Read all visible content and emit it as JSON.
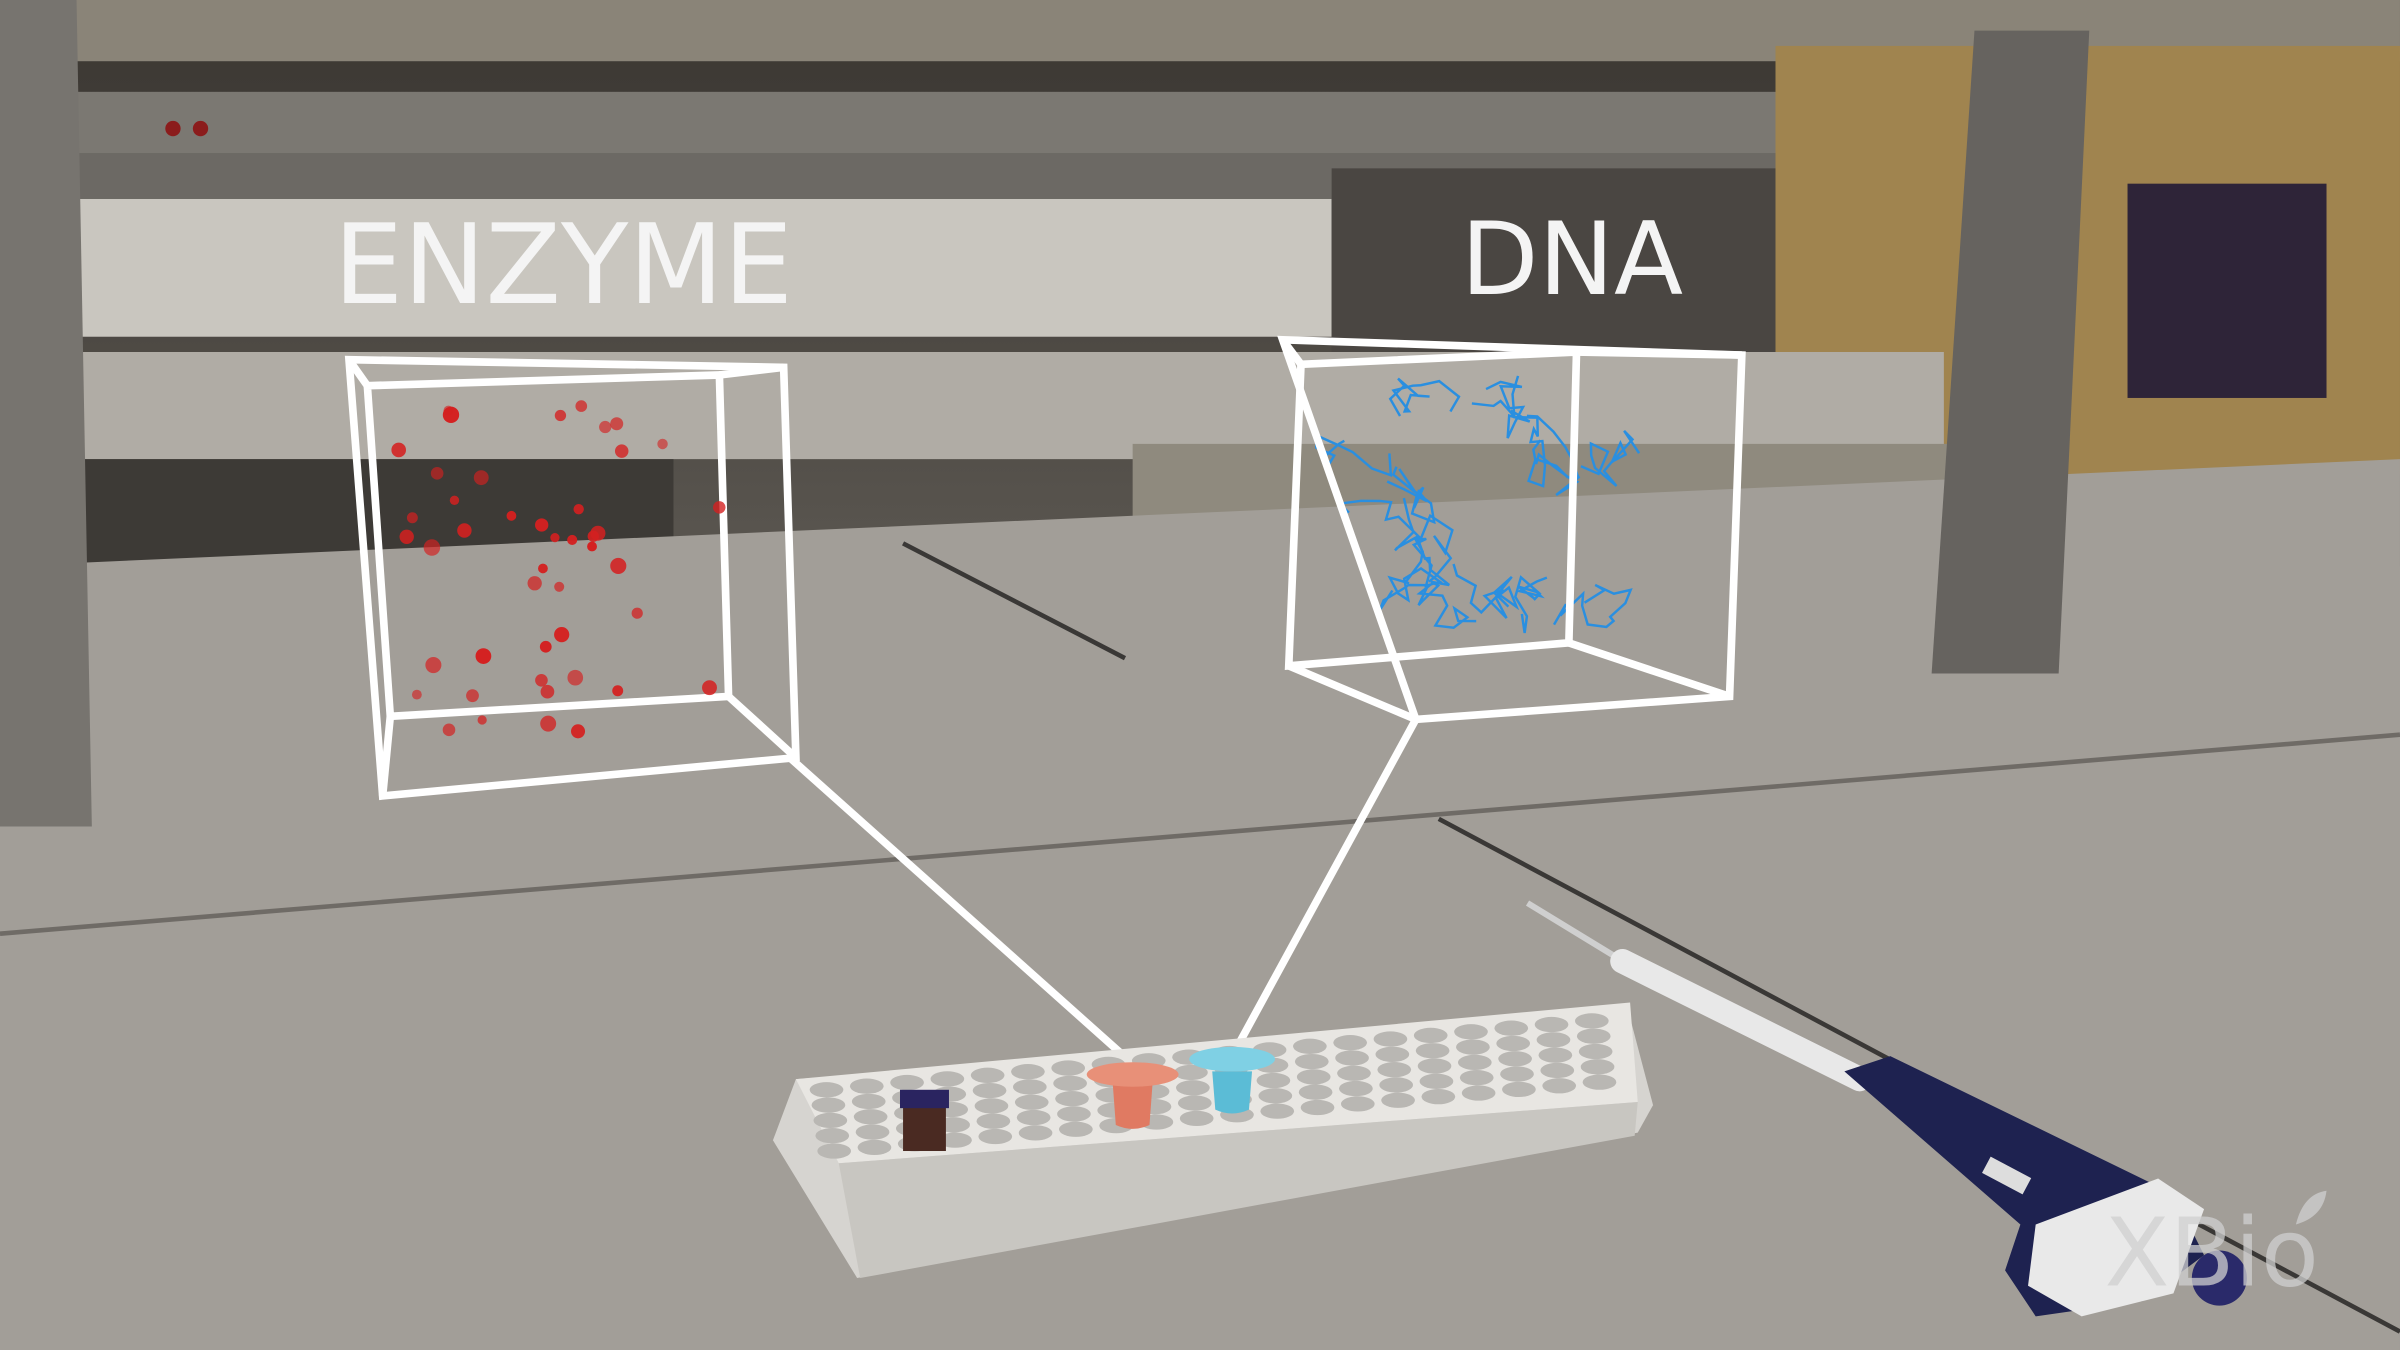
{
  "scene": {
    "labels": {
      "enzyme": "ENZYME",
      "dna": "DNA"
    },
    "logo": {
      "text": "XBio"
    },
    "colors": {
      "enzyme_particles": "#d42020",
      "dna_strands": "#2a8fe0",
      "enzyme_tube": "#e07a62",
      "dna_tube": "#5bbcd6",
      "pipette": "#1e2250",
      "wireframe": "#ffffff"
    }
  }
}
